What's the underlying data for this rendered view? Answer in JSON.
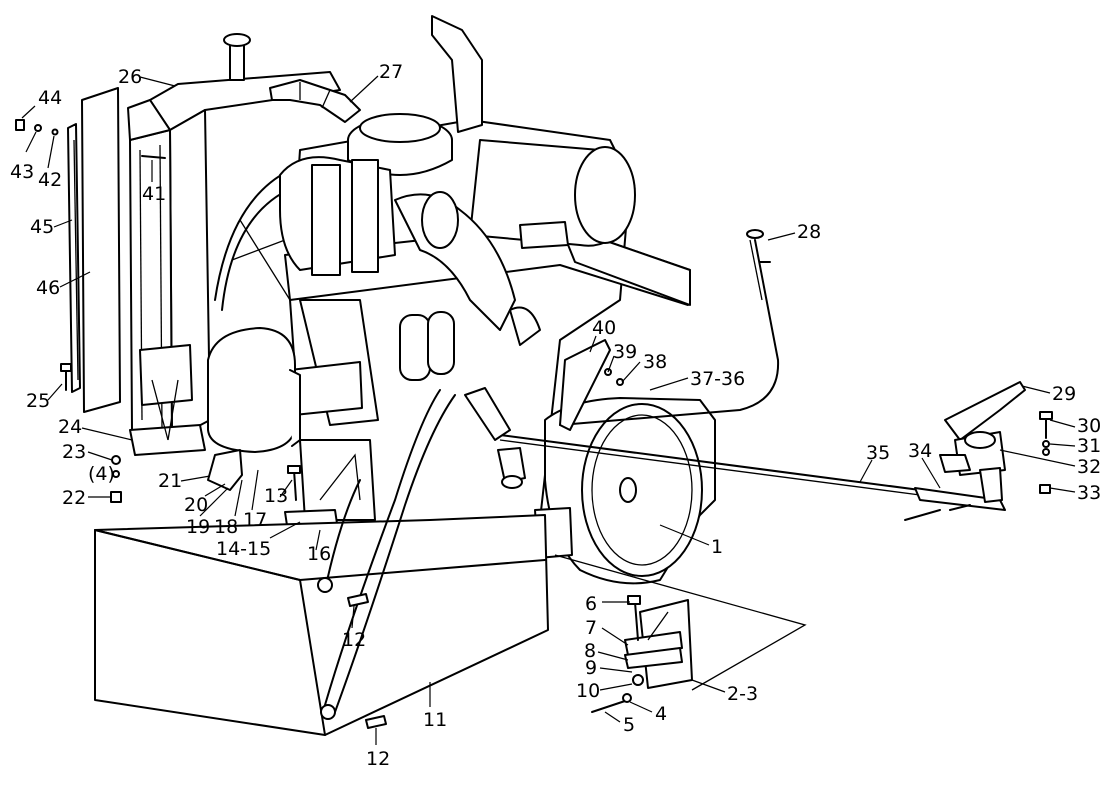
{
  "labels": {
    "l1": "1",
    "l2_3": "2-3",
    "l4": "4",
    "l4p": "(4)",
    "l5": "5",
    "l6": "6",
    "l7": "7",
    "l8": "8",
    "l9": "9",
    "l10": "10",
    "l11": "11",
    "l12a": "12",
    "l12b": "12",
    "l13": "13",
    "l14_15": "14-15",
    "l16": "16",
    "l17": "17",
    "l18": "18",
    "l19": "19",
    "l20": "20",
    "l21": "21",
    "l22": "22",
    "l23": "23",
    "l24": "24",
    "l25": "25",
    "l26": "26",
    "l27": "27",
    "l28": "28",
    "l29": "29",
    "l30": "30",
    "l31": "31",
    "l32": "32",
    "l33": "33",
    "l34": "34",
    "l35": "35",
    "l36_37": "37-36",
    "l38": "38",
    "l39": "39",
    "l40": "40",
    "l41": "41",
    "l42": "42",
    "l43": "43",
    "l44": "44",
    "l45": "45",
    "l46": "46"
  },
  "colors": {
    "ink": "#000000",
    "paper": "#ffffff"
  }
}
